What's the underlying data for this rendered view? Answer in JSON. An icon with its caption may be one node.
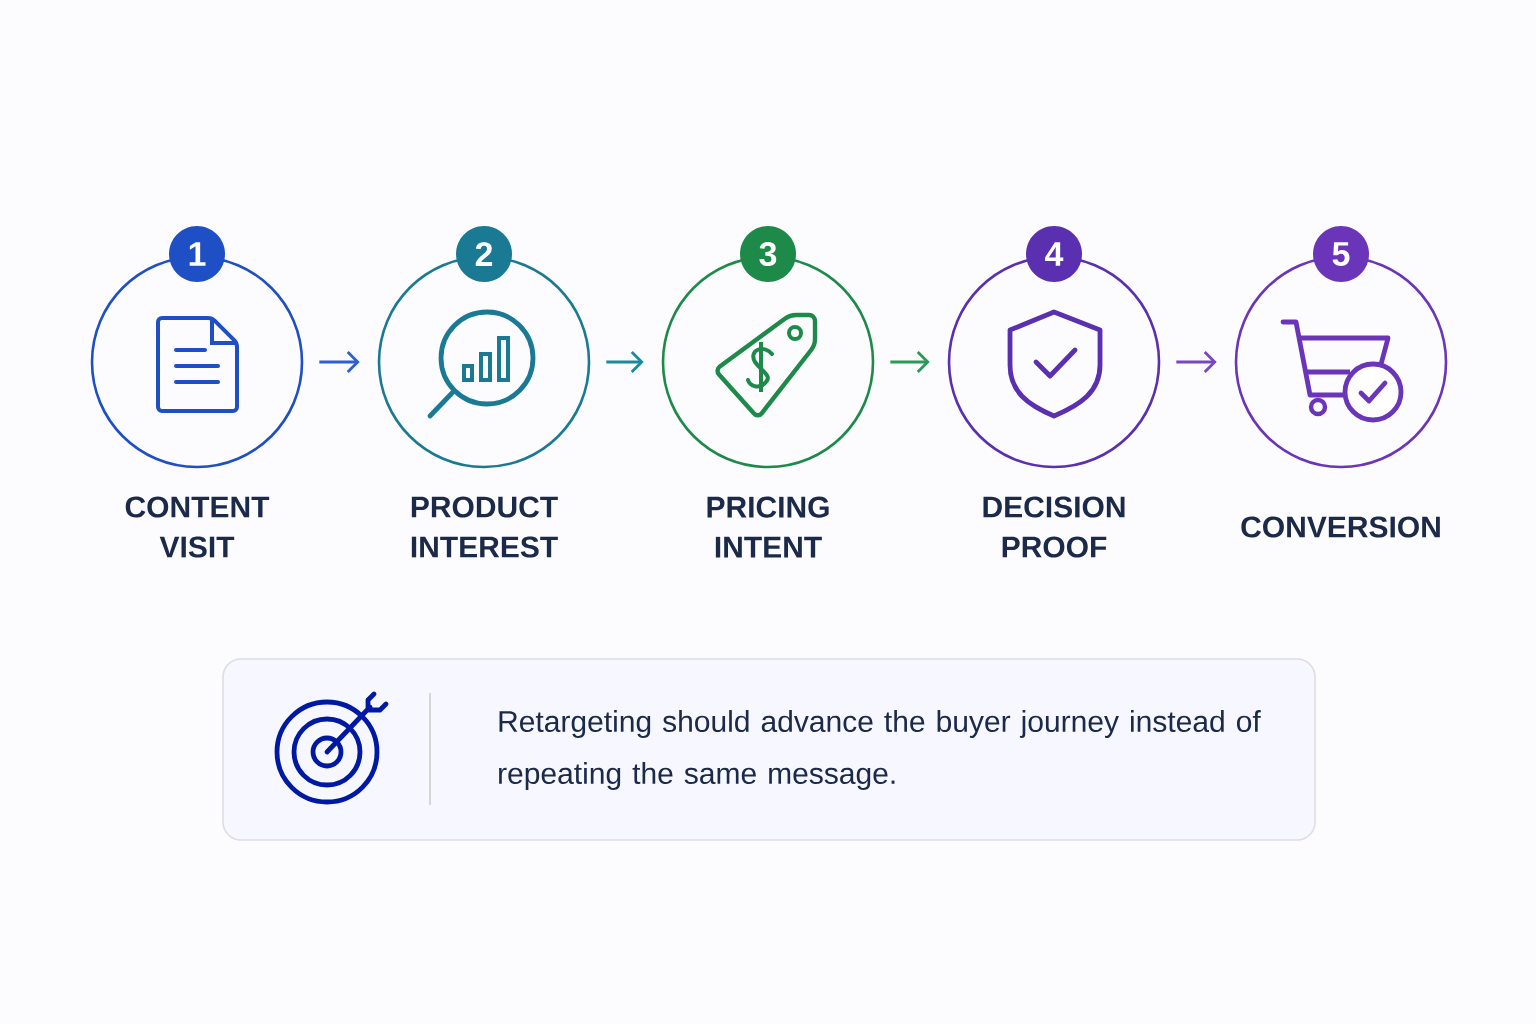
{
  "diagram": {
    "nodes": [
      {
        "text": [
          "1",
          "CONTENT VISIT"
        ]
      },
      {
        "text": [
          "2",
          "PRODUCT INTEREST"
        ]
      },
      {
        "text": [
          "3",
          "PRICING INTENT"
        ]
      },
      {
        "text": [
          "4",
          "DECISION PROOF"
        ]
      },
      {
        "text": [
          "5",
          "CONVERSION"
        ]
      },
      {
        "text": [
          "Retargeting should advance the buyer journey instead of repeating the same message."
        ]
      }
    ],
    "edges": [
      {
        "from": 0,
        "to": 1,
        "arrow": "to",
        "color": "#2c5fd0"
      },
      {
        "from": 1,
        "to": 2,
        "arrow": "to",
        "color": "#1a8a9a"
      },
      {
        "from": 2,
        "to": 3,
        "arrow": "to",
        "color": "#2a9a55"
      },
      {
        "from": 3,
        "to": 4,
        "arrow": "to",
        "color": "#7a45c0"
      }
    ]
  }
}
